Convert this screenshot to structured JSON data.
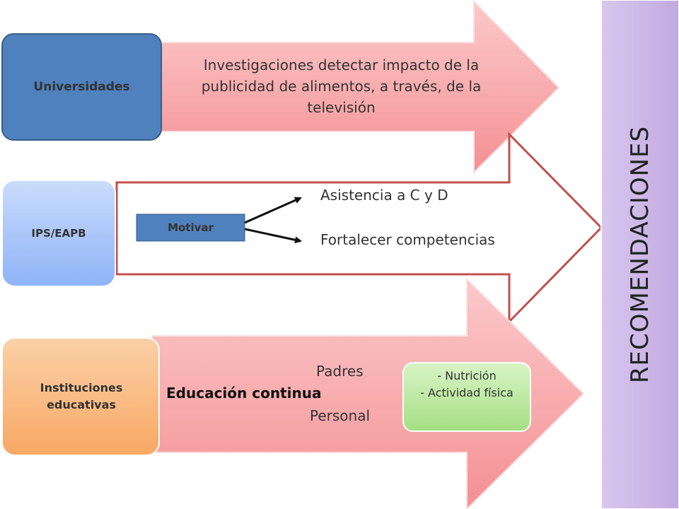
{
  "colors": {
    "pink_arrow": "#f7a3a5",
    "blue_box": "#4f81bd",
    "light_blue_box": "#9bbbf8",
    "orange_box": "#f9b37a",
    "green_box": "#b6e59a",
    "purple_bar": "#c8b4e3",
    "outline_red": "#c0504d"
  },
  "universidades": {
    "label": "Universidades",
    "arrow_text": "Investigaciones detectar impacto de la publicidad de alimentos, a través, de la televisión"
  },
  "ips": {
    "label": "IPS/EAPB",
    "motivar": "Motivar",
    "option_1": "Asistencia a C y D",
    "option_2": "Fortalecer competencias"
  },
  "instituciones": {
    "label": "Instituciones educativas",
    "padres": "Padres",
    "educacion": "Educación continua",
    "personal": "Personal",
    "topics": [
      "- Nutrición",
      "- Actividad física"
    ]
  },
  "recomendaciones": "RECOMENDACIONES"
}
